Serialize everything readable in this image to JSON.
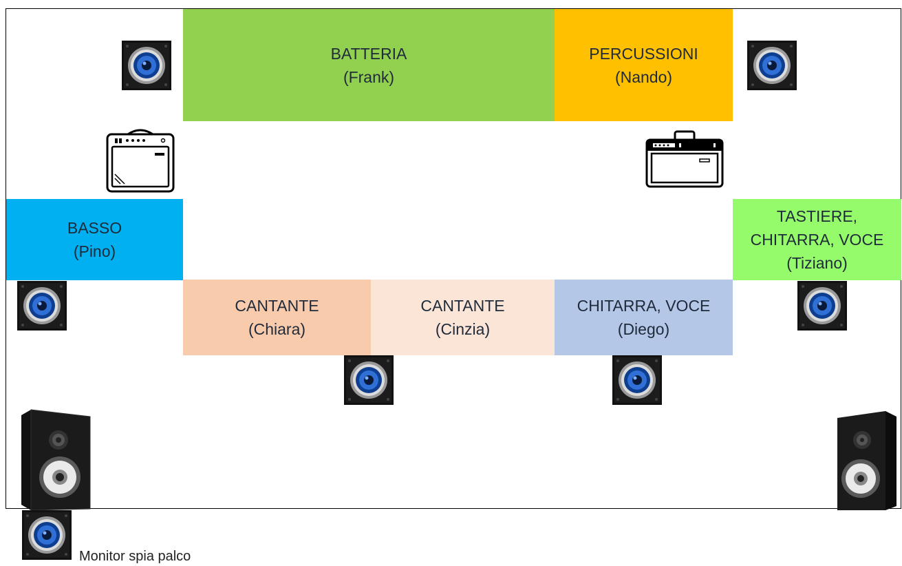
{
  "blocks": {
    "batteria": {
      "line1": "BATTERIA",
      "line2": "(Frank)",
      "color": "#92d050"
    },
    "percussioni": {
      "line1": "PERCUSSIONI",
      "line2": "(Nando)",
      "color": "#ffc000"
    },
    "basso": {
      "line1": "BASSO",
      "line2": "(Pino)",
      "color": "#00b0f0"
    },
    "tastiere": {
      "line1": "TASTIERE,",
      "line2": "CHITARRA, VOCE",
      "line3": "(Tiziano)",
      "color": "#96fb6a"
    },
    "cantante_chiara": {
      "line1": "CANTANTE",
      "line2": "(Chiara)",
      "color": "#f8cbad"
    },
    "cantante_cinzia": {
      "line1": "CANTANTE",
      "line2": "(Cinzia)",
      "color": "#fbe5d6"
    },
    "chitarra_diego": {
      "line1": "CHITARRA, VOCE",
      "line2": "(Diego)",
      "color": "#b4c7e7"
    }
  },
  "icons": {
    "monitor": "stage-monitor-icon",
    "amp": "guitar-amplifier-icon",
    "speaker": "pa-speaker-icon"
  },
  "legend": {
    "label": "Monitor spia palco"
  }
}
